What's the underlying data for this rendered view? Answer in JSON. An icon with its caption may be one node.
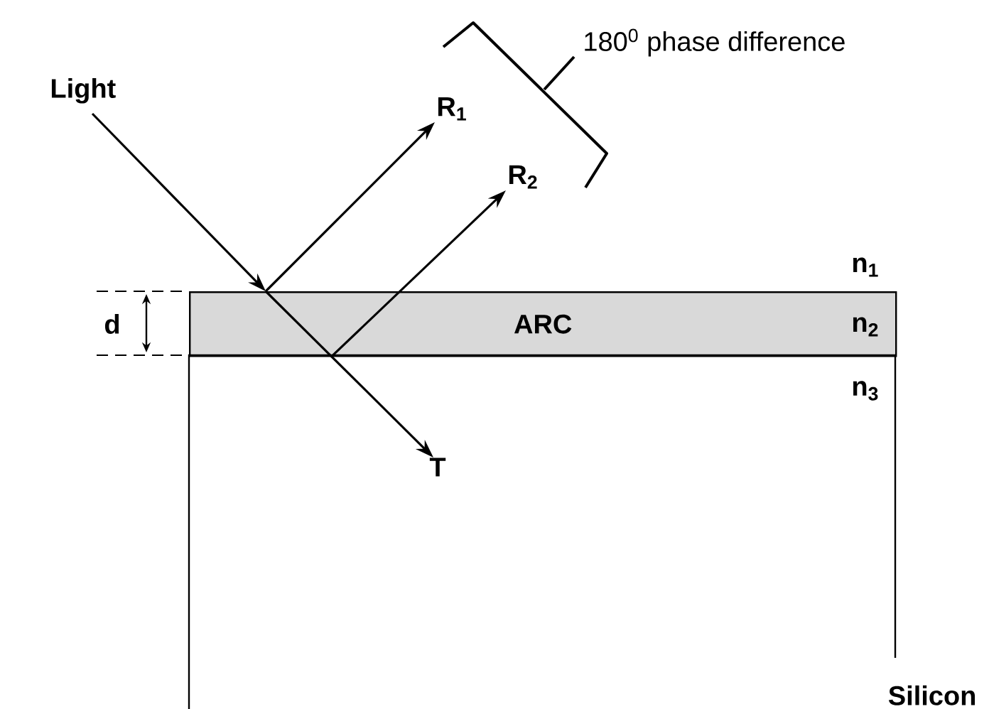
{
  "diagram": {
    "nodes": [
      {
        "text": [
          "Light"
        ]
      },
      {
        "text": [
          "ARC"
        ]
      },
      {
        "text": [
          "Silicon"
        ]
      },
      {
        "text": [
          "R$_{1}$"
        ]
      },
      {
        "text": [
          "R$_{2}$"
        ]
      },
      {
        "text": [
          "T"
        ],
        "in": 2
      }
    ],
    "edges": [
      {
        "from": 0,
        "to": 1,
        "arrow": "to"
      },
      {
        "from": 1,
        "to": 3,
        "arrow": "to"
      },
      {
        "from": 1,
        "to": 4,
        "arrow": "to"
      },
      {
        "from": 1,
        "to": 5,
        "arrow": "to"
      }
    ],
    "labels": [
      "180$^{0}$ phase difference",
      "n$_{1}$",
      "n$_{2}$",
      "n$_{3}$",
      "d"
    ]
  }
}
